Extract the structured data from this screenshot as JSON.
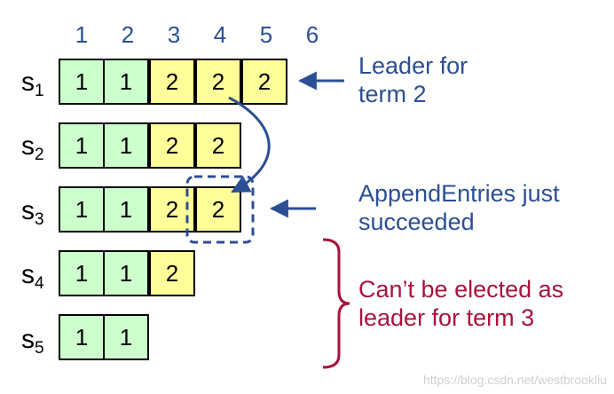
{
  "columns": [
    "1",
    "2",
    "3",
    "4",
    "5",
    "6"
  ],
  "servers": [
    {
      "label": "s",
      "sub": "1",
      "entries": [
        "1",
        "1",
        "2",
        "2",
        "2"
      ]
    },
    {
      "label": "s",
      "sub": "2",
      "entries": [
        "1",
        "1",
        "2",
        "2"
      ]
    },
    {
      "label": "s",
      "sub": "3",
      "entries": [
        "1",
        "1",
        "2",
        "2"
      ]
    },
    {
      "label": "s",
      "sub": "4",
      "entries": [
        "1",
        "1",
        "2"
      ]
    },
    {
      "label": "s",
      "sub": "5",
      "entries": [
        "1",
        "1"
      ]
    }
  ],
  "annotations": {
    "leader": {
      "line1": "Leader for",
      "line2": "term 2"
    },
    "append": {
      "line1": "AppendEntries just",
      "line2": "succeeded"
    },
    "elected": {
      "line1": "Can’t be elected as",
      "line2": "leader for term 3"
    }
  },
  "watermark": "https://blog.csdn.net/westbrookliu",
  "colors": {
    "term_1": "#ccffcc",
    "term_2": "#ffff99",
    "accent_blue": "#2b4f94",
    "accent_red": "#a8133c"
  }
}
